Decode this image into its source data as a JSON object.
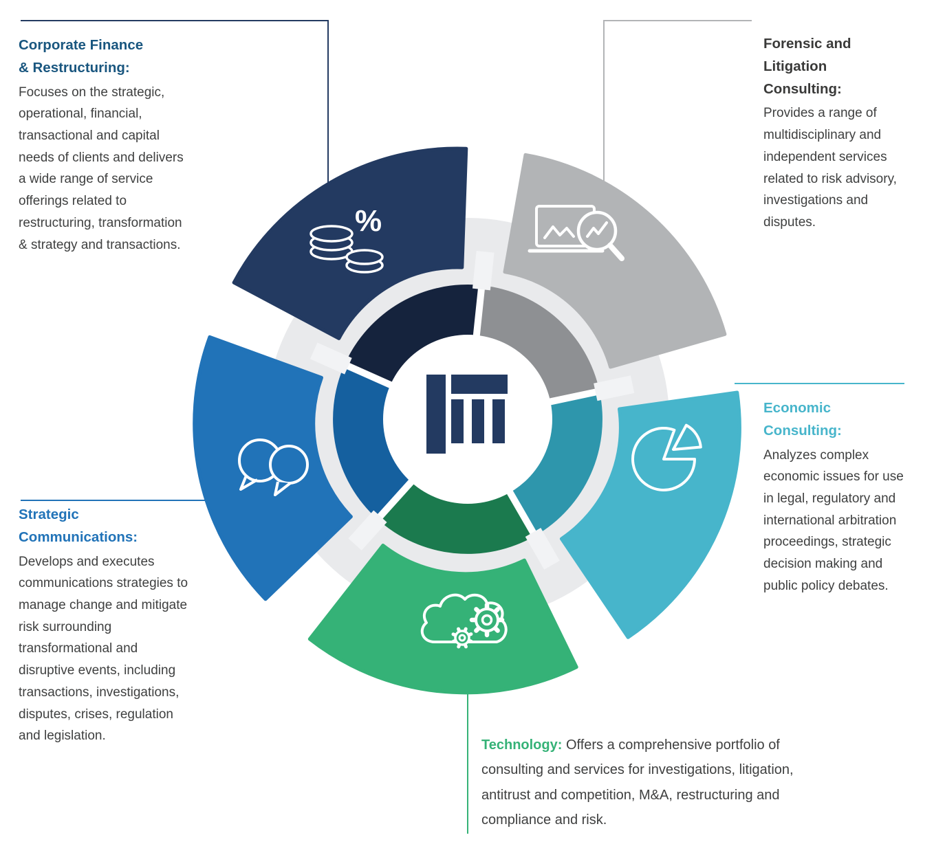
{
  "colors": {
    "ring_bg": "#E9EAEC",
    "tab": "#F2F3F5",
    "center_circle": "#FFFFFF",
    "logo_navy": "#233A61",
    "body_text": "#3F4040"
  },
  "center": {
    "logo": "fti-pillars-logo"
  },
  "segments": [
    {
      "name": "corporate-finance-restructuring",
      "heading": "Corporate Finance\n& Restructuring:",
      "body": "Focuses on the strategic, operational, financial, transactional and capital needs of clients and delivers a wide range of service offerings related to restructuring, transformation & strategy and transactions.",
      "color": "#233A61",
      "inner_color": "#15233D",
      "heading_color": "#19567F",
      "icon": "coins-percent-icon"
    },
    {
      "name": "forensic-litigation-consulting",
      "heading": "Forensic and\nLitigation\nConsulting:",
      "body": "Provides a range of multidisciplinary and independent services related to risk advisory, investigations and disputes.",
      "color": "#B2B4B6",
      "inner_color": "#8E9093",
      "heading_color": "#3A3A39",
      "icon": "laptop-magnifier-icon"
    },
    {
      "name": "economic-consulting",
      "heading": "Economic\nConsulting:",
      "body": "Analyzes complex economic issues for use in legal, regulatory and international arbitration proceedings, strategic decision making and public policy debates.",
      "color": "#47B5CB",
      "inner_color": "#2E96AC",
      "heading_color": "#47B5CB",
      "icon": "pie-chart-icon"
    },
    {
      "name": "technology",
      "heading": "Technology:",
      "body": "Offers a comprehensive portfolio of consulting and services for investigations, litigation, antitrust and competition, M&A, restructuring and compliance and risk.",
      "color": "#35B277",
      "inner_color": "#1B7A4E",
      "heading_color": "#35B277",
      "icon": "cloud-gears-icon"
    },
    {
      "name": "strategic-communications",
      "heading": "Strategic\nCommunications:",
      "body": "Develops and executes communications strategies to manage change and mitigate risk surrounding transformational and disruptive events, including transactions, investigations, disputes, crises, regulation and legislation.",
      "color": "#2173B8",
      "inner_color": "#15609F",
      "heading_color": "#2173B8",
      "icon": "speech-bubbles-icon"
    }
  ]
}
